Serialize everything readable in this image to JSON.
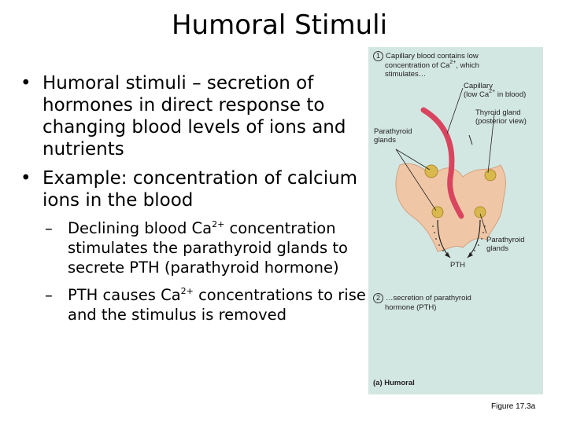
{
  "title": "Humoral Stimuli",
  "bullets": {
    "b1": "Humoral stimuli – secretion of hormones in direct response to changing blood levels of ions and nutrients",
    "b2": "Example: concentration of calcium ions in the blood",
    "sub1_pre": "Declining blood Ca",
    "sub1_sup": "2+",
    "sub1_post": " concentration stimulates the parathyroid glands to secrete PTH (parathyroid hormone)",
    "sub2_pre": "PTH causes Ca",
    "sub2_sup": "2+",
    "sub2_post": " concentrations to rise and the stimulus is removed"
  },
  "figure": {
    "step1_num": "1",
    "step1_text_a": "Capillary blood contains low",
    "step1_text_b": "concentration of Ca",
    "step1_text_b_sup": "2+",
    "step1_text_b_end": ", which",
    "step1_text_c": "stimulates…",
    "capillary_a": "Capillary",
    "capillary_b": "(low Ca",
    "capillary_b_sup": "2+",
    "capillary_b_end": " in blood)",
    "thyroid_a": "Thyroid gland",
    "thyroid_b": "(posterior view)",
    "parathyroid_left_a": "Parathyroid",
    "parathyroid_left_b": "glands",
    "parathyroid_right_a": "Parathyroid",
    "parathyroid_right_b": "glands",
    "pth": "PTH",
    "step2_num": "2",
    "step2_text_a": "…secretion of parathyroid",
    "step2_text_b": "hormone (PTH)",
    "panel_label": "(a) Humoral",
    "caption": "Figure 17.3a"
  },
  "colors": {
    "figure_bg": "#d3e7e2",
    "thyroid": "#f0c7a6",
    "capillary": "#d9455f",
    "gland": "#d9b84e"
  }
}
